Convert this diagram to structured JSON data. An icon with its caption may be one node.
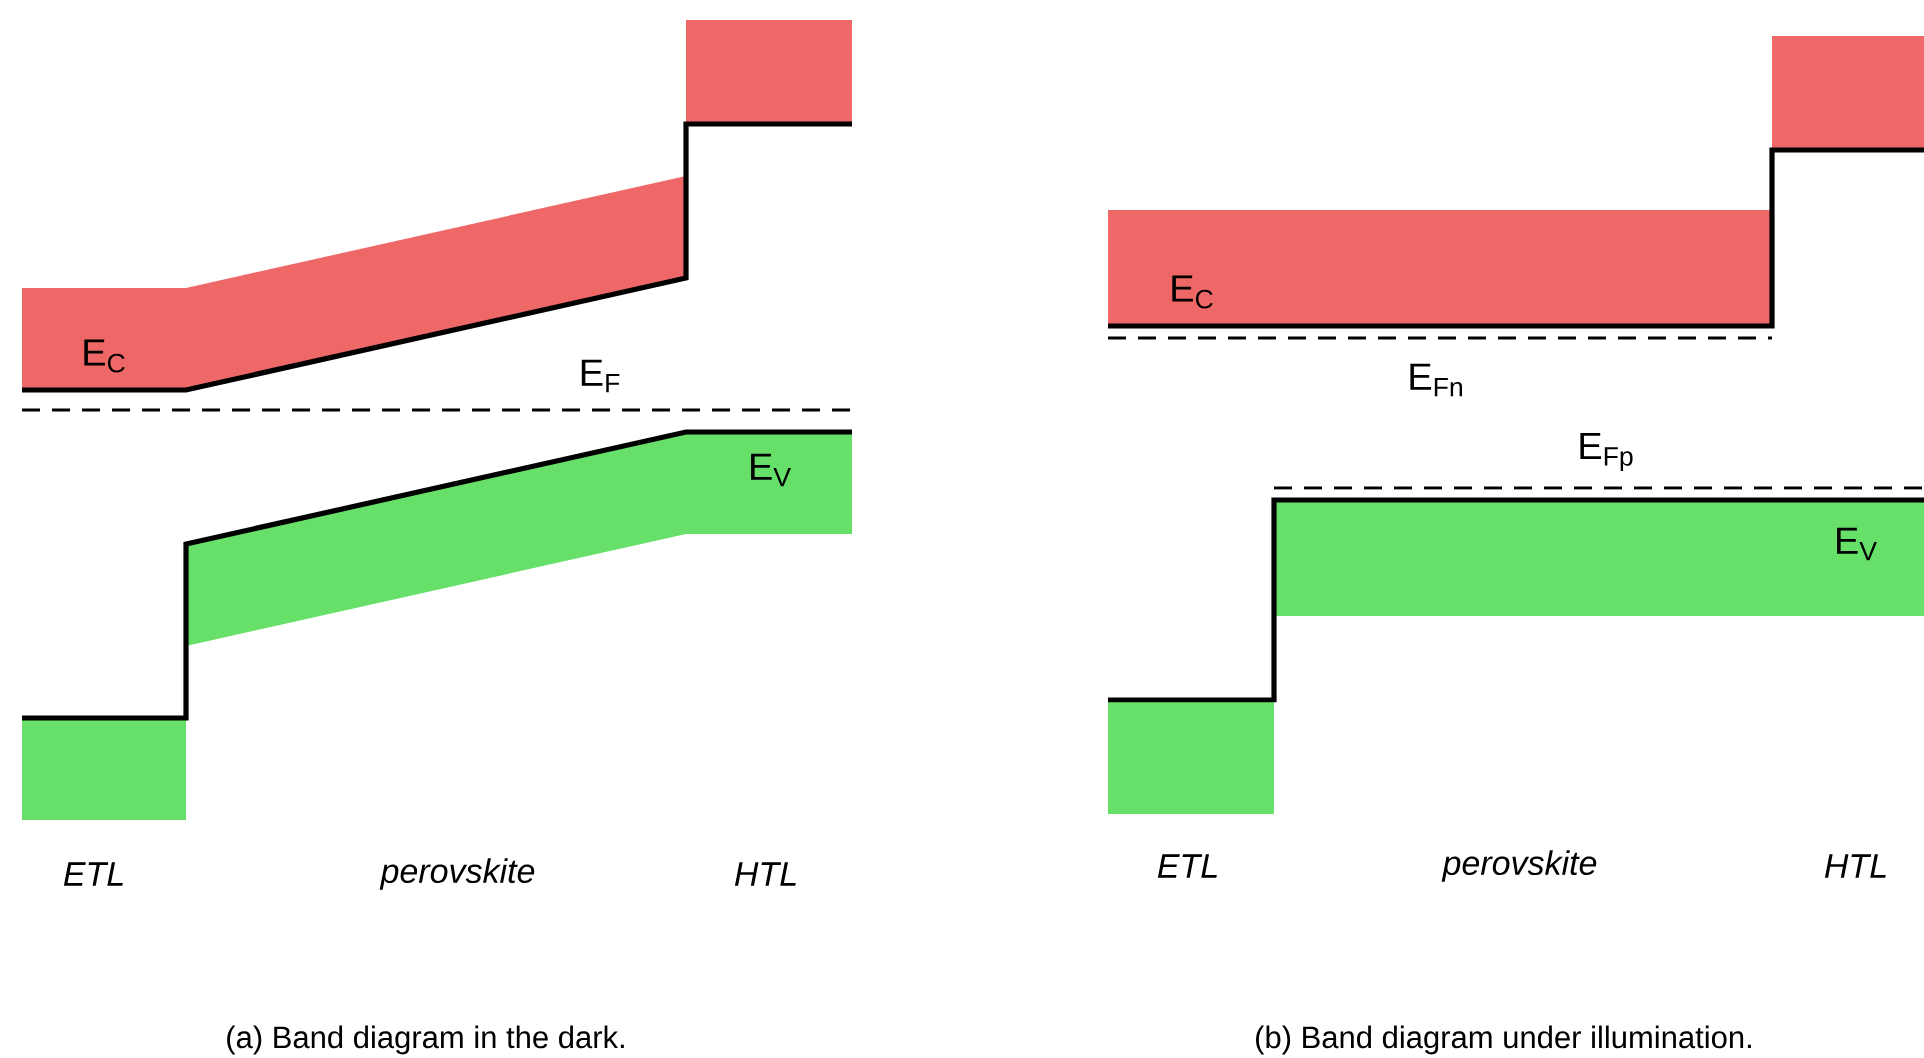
{
  "diagram": {
    "labels": [
      "E$_{C}$",
      "E$_{F}$",
      "E$_{V}$",
      "ETL",
      "perovskite",
      "HTL",
      "(a) Band diagram in the dark.",
      "E$_{C}$",
      "E$_{Fn}$",
      "E$_{Fp}$",
      "E$_{V}$",
      "ETL",
      "perovskite",
      "HTL",
      "(b) Band diagram under illumination."
    ]
  }
}
